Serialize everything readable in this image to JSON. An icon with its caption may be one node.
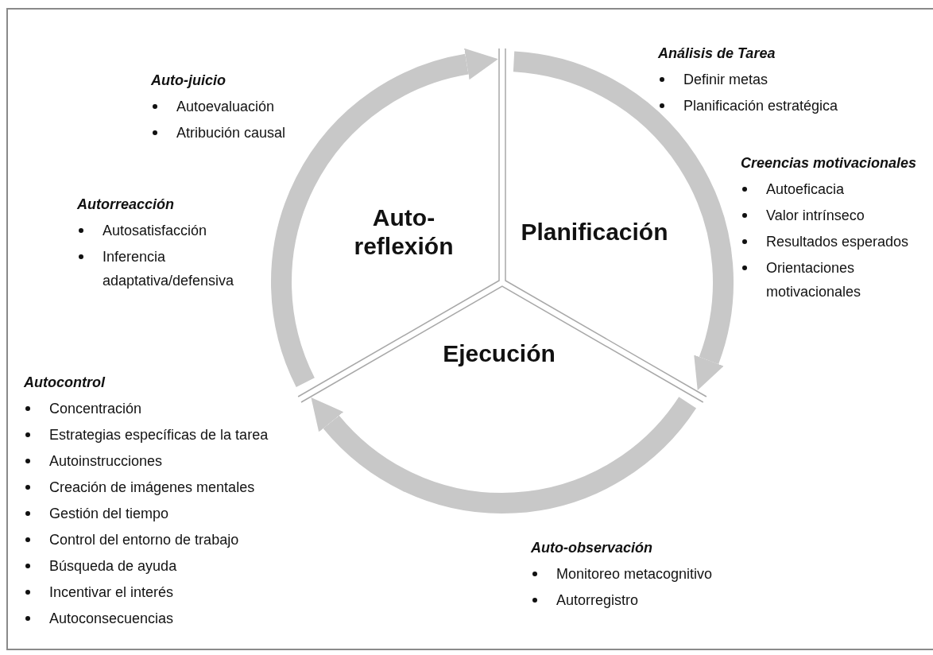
{
  "diagram": {
    "nodes": [
      {
        "text": [
          "Planificación"
        ]
      },
      {
        "text": [
          "Ejecución"
        ]
      },
      {
        "text": [
          "Auto-reflexión"
        ]
      }
    ],
    "edges": [
      {
        "from": 0,
        "to": 1,
        "arrow": "to"
      },
      {
        "from": 1,
        "to": 2,
        "arrow": "to"
      },
      {
        "from": 2,
        "to": 0,
        "arrow": "to"
      }
    ],
    "labels": [
      "Análisis de Tarea",
      "Definir metas",
      "Planificación estratégica",
      "Auto-juicio",
      "Autoevaluación",
      "Atribución causal",
      "Creencias motivacionales",
      "Autoeficacia",
      "Valor intrínseco",
      "Resultados esperados",
      "Orientaciones motivacionales",
      "Autorreacción",
      "Autosatisfacción",
      "Inferencia adaptativa/defensiva",
      "Autocontrol",
      "Concentración",
      "Estrategias específicas de la tarea",
      "Autoinstrucciones",
      "Creación de imágenes mentales",
      "Gestión del tiempo",
      "Control del entorno de trabajo",
      "Búsqueda de ayuda",
      "Incentivar el interés",
      "Autoconsecuencias",
      "Auto-observación",
      "Monitoreo metacognitivo",
      "Autorregistro"
    ]
  }
}
